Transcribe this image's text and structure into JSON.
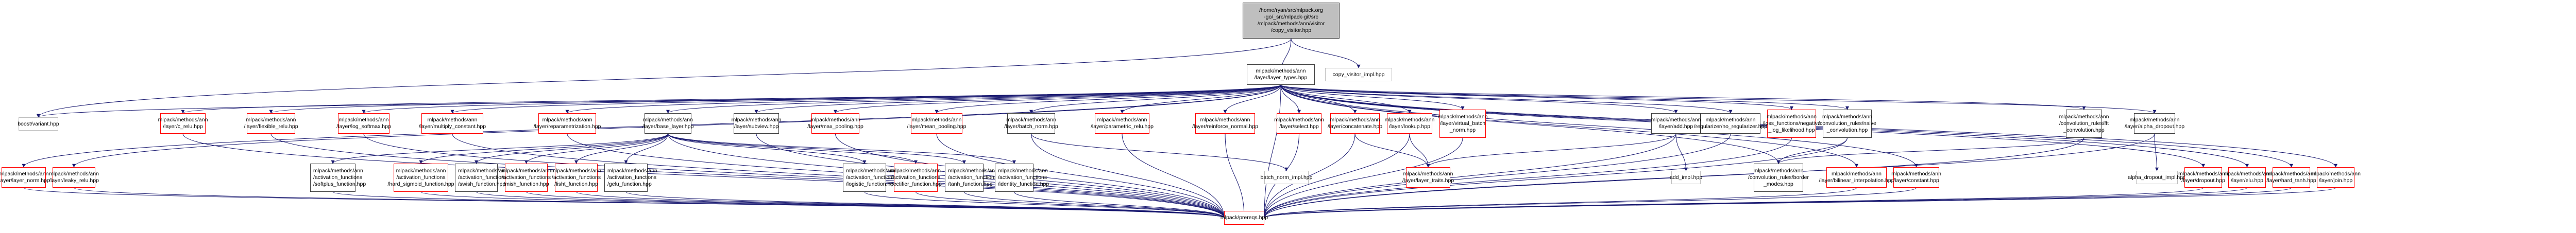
{
  "diagram": {
    "type": "include-dependency-graph",
    "colors": {
      "edge": "#191970",
      "documented_border": "#404040",
      "undocumented_border": "#ff0000",
      "external_border": "#bfbfbf",
      "root_fill": "#bfbfbf"
    },
    "nodes": [
      {
        "id": "root",
        "label": "/home/ryan/src/mlpack.org\n-go/_src/mlpack-git/src\n/mlpack/methods/ann/visitor\n/copy_visitor.hpp",
        "kind": "root"
      },
      {
        "id": "layer_types",
        "label": "mlpack/methods/ann\n/layer/layer_types.hpp",
        "kind": "black"
      },
      {
        "id": "copy_visitor_impl",
        "label": "copy_visitor_impl.hpp",
        "kind": "gray"
      },
      {
        "id": "boost_variant",
        "label": "boost/variant.hpp",
        "kind": "gray"
      },
      {
        "id": "c_relu",
        "label": "mlpack/methods/ann\n/layer/c_relu.hpp",
        "kind": "red"
      },
      {
        "id": "flexible_relu",
        "label": "mlpack/methods/ann\n/layer/flexible_relu.hpp",
        "kind": "red"
      },
      {
        "id": "log_softmax",
        "label": "mlpack/methods/ann\n/layer/log_softmax.hpp",
        "kind": "red"
      },
      {
        "id": "multiply_constant",
        "label": "mlpack/methods/ann\n/layer/multiply_constant.hpp",
        "kind": "red"
      },
      {
        "id": "reparametrization",
        "label": "mlpack/methods/ann\n/layer/reparametrization.hpp",
        "kind": "red"
      },
      {
        "id": "base_layer",
        "label": "mlpack/methods/ann\n/layer/base_layer.hpp",
        "kind": "black"
      },
      {
        "id": "subview",
        "label": "mlpack/methods/ann\n/layer/subview.hpp",
        "kind": "black"
      },
      {
        "id": "max_pooling",
        "label": "mlpack/methods/ann\n/layer/max_pooling.hpp",
        "kind": "red"
      },
      {
        "id": "mean_pooling",
        "label": "mlpack/methods/ann\n/layer/mean_pooling.hpp",
        "kind": "red"
      },
      {
        "id": "batch_norm",
        "label": "mlpack/methods/ann\n/layer/batch_norm.hpp",
        "kind": "black"
      },
      {
        "id": "parametric_relu",
        "label": "mlpack/methods/ann\n/layer/parametric_relu.hpp",
        "kind": "red"
      },
      {
        "id": "reinforce_normal",
        "label": "mlpack/methods/ann\n/layer/reinforce_normal.hpp",
        "kind": "red"
      },
      {
        "id": "select",
        "label": "mlpack/methods/ann\n/layer/select.hpp",
        "kind": "red"
      },
      {
        "id": "concatenate",
        "label": "mlpack/methods/ann\n/layer/concatenate.hpp",
        "kind": "red"
      },
      {
        "id": "lookup",
        "label": "mlpack/methods/ann\n/layer/lookup.hpp",
        "kind": "red"
      },
      {
        "id": "virtual_batch_norm",
        "label": "mlpack/methods/ann\n/layer/virtual_batch\n_norm.hpp",
        "kind": "red"
      },
      {
        "id": "add",
        "label": "mlpack/methods/ann\n/layer/add.hpp",
        "kind": "black"
      },
      {
        "id": "no_regularizer",
        "label": "mlpack/methods/ann\n/regularizer/no_regularizer.hpp",
        "kind": "black"
      },
      {
        "id": "negative_log_likelihood",
        "label": "mlpack/methods/ann\n/loss_functions/negative\n_log_likelihood.hpp",
        "kind": "red"
      },
      {
        "id": "naive_convolution",
        "label": "mlpack/methods/ann\n/convolution_rules/naive\n_convolution.hpp",
        "kind": "black"
      },
      {
        "id": "fft_convolution",
        "label": "mlpack/methods/ann\n/convolution_rules/fft\n_convolution.hpp",
        "kind": "black"
      },
      {
        "id": "alpha_dropout",
        "label": "mlpack/methods/ann\n/layer/alpha_dropout.hpp",
        "kind": "black"
      },
      {
        "id": "layer_norm",
        "label": "mlpack/methods/ann\n/layer/layer_norm.hpp",
        "kind": "red"
      },
      {
        "id": "leaky_relu",
        "label": "mlpack/methods/ann\n/layer/leaky_relu.hpp",
        "kind": "red"
      },
      {
        "id": "softplus_function",
        "label": "mlpack/methods/ann\n/activation_functions\n/softplus_function.hpp",
        "kind": "black"
      },
      {
        "id": "hard_sigmoid_function",
        "label": "mlpack/methods/ann\n/activation_functions\n/hard_sigmoid_function.hpp",
        "kind": "red"
      },
      {
        "id": "swish_function",
        "label": "mlpack/methods/ann\n/activation_functions\n/swish_function.hpp",
        "kind": "black"
      },
      {
        "id": "mish_function",
        "label": "mlpack/methods/ann\n/activation_functions\n/mish_function.hpp",
        "kind": "red"
      },
      {
        "id": "lisht_function",
        "label": "mlpack/methods/ann\n/activation_functions\n/lisht_function.hpp",
        "kind": "red"
      },
      {
        "id": "gelu_function",
        "label": "mlpack/methods/ann\n/activation_functions\n/gelu_function.hpp",
        "kind": "black"
      },
      {
        "id": "logistic_function",
        "label": "mlpack/methods/ann\n/activation_functions\n/logistic_function.hpp",
        "kind": "black"
      },
      {
        "id": "rectifier_function",
        "label": "mlpack/methods/ann\n/activation_functions\n/rectifier_function.hpp",
        "kind": "red"
      },
      {
        "id": "tanh_function",
        "label": "mlpack/methods/ann\n/activation_functions\n/tanh_function.hpp",
        "kind": "black"
      },
      {
        "id": "identity_function",
        "label": "mlpack/methods/ann\n/activation_functions\n/identity_function.hpp",
        "kind": "black"
      },
      {
        "id": "batch_norm_impl",
        "label": "batch_norm_impl.hpp",
        "kind": "gray"
      },
      {
        "id": "layer_traits",
        "label": "mlpack/methods/ann\n/layer/layer_traits.hpp",
        "kind": "red"
      },
      {
        "id": "add_impl",
        "label": "add_impl.hpp",
        "kind": "gray"
      },
      {
        "id": "border_modes",
        "label": "mlpack/methods/ann\n/convolution_rules/border\n_modes.hpp",
        "kind": "black"
      },
      {
        "id": "bilinear_interpolation",
        "label": "mlpack/methods/ann\n/layer/bilinear_interpolation.hpp",
        "kind": "red"
      },
      {
        "id": "constant",
        "label": "mlpack/methods/ann\n/layer/constant.hpp",
        "kind": "red"
      },
      {
        "id": "alpha_dropout_impl",
        "label": "alpha_dropout_impl.hpp",
        "kind": "gray"
      },
      {
        "id": "dropout",
        "label": "mlpack/methods/ann\n/layer/dropout.hpp",
        "kind": "red"
      },
      {
        "id": "elu",
        "label": "mlpack/methods/ann\n/layer/elu.hpp",
        "kind": "red"
      },
      {
        "id": "hard_tanh",
        "label": "mlpack/methods/ann\n/layer/hard_tanh.hpp",
        "kind": "red"
      },
      {
        "id": "join",
        "label": "mlpack/methods/ann\n/layer/join.hpp",
        "kind": "red"
      },
      {
        "id": "prereqs",
        "label": "mlpack/prereqs.hpp",
        "kind": "red"
      }
    ],
    "edges": [
      [
        "root",
        "layer_types"
      ],
      [
        "root",
        "copy_visitor_impl"
      ],
      [
        "root",
        "boost_variant"
      ],
      [
        "layer_types",
        "boost_variant"
      ],
      [
        "layer_types",
        "c_relu"
      ],
      [
        "layer_types",
        "flexible_relu"
      ],
      [
        "layer_types",
        "log_softmax"
      ],
      [
        "layer_types",
        "multiply_constant"
      ],
      [
        "layer_types",
        "reparametrization"
      ],
      [
        "layer_types",
        "base_layer"
      ],
      [
        "layer_types",
        "subview"
      ],
      [
        "layer_types",
        "max_pooling"
      ],
      [
        "layer_types",
        "mean_pooling"
      ],
      [
        "layer_types",
        "batch_norm"
      ],
      [
        "layer_types",
        "parametric_relu"
      ],
      [
        "layer_types",
        "reinforce_normal"
      ],
      [
        "layer_types",
        "select"
      ],
      [
        "layer_types",
        "concatenate"
      ],
      [
        "layer_types",
        "lookup"
      ],
      [
        "layer_types",
        "virtual_batch_norm"
      ],
      [
        "layer_types",
        "add"
      ],
      [
        "layer_types",
        "no_regularizer"
      ],
      [
        "layer_types",
        "negative_log_likelihood"
      ],
      [
        "layer_types",
        "naive_convolution"
      ],
      [
        "layer_types",
        "fft_convolution"
      ],
      [
        "layer_types",
        "alpha_dropout"
      ],
      [
        "layer_types",
        "layer_norm"
      ],
      [
        "layer_types",
        "leaky_relu"
      ],
      [
        "layer_types",
        "dropout"
      ],
      [
        "layer_types",
        "elu"
      ],
      [
        "layer_types",
        "hard_tanh"
      ],
      [
        "layer_types",
        "join"
      ],
      [
        "layer_types",
        "constant"
      ],
      [
        "layer_types",
        "bilinear_interpolation"
      ],
      [
        "layer_types",
        "border_modes"
      ],
      [
        "layer_types",
        "prereqs"
      ],
      [
        "base_layer",
        "softplus_function"
      ],
      [
        "base_layer",
        "hard_sigmoid_function"
      ],
      [
        "base_layer",
        "swish_function"
      ],
      [
        "base_layer",
        "mish_function"
      ],
      [
        "base_layer",
        "lisht_function"
      ],
      [
        "base_layer",
        "gelu_function"
      ],
      [
        "base_layer",
        "logistic_function"
      ],
      [
        "base_layer",
        "rectifier_function"
      ],
      [
        "base_layer",
        "tanh_function"
      ],
      [
        "base_layer",
        "identity_function"
      ],
      [
        "base_layer",
        "prereqs"
      ],
      [
        "batch_norm",
        "batch_norm_impl"
      ],
      [
        "batch_norm",
        "prereqs"
      ],
      [
        "concatenate",
        "layer_traits"
      ],
      [
        "lookup",
        "layer_traits"
      ],
      [
        "add",
        "layer_traits"
      ],
      [
        "add",
        "add_impl"
      ],
      [
        "add",
        "prereqs"
      ],
      [
        "virtual_batch_norm",
        "prereqs"
      ],
      [
        "naive_convolution",
        "border_modes"
      ],
      [
        "fft_convolution",
        "border_modes"
      ],
      [
        "alpha_dropout",
        "alpha_dropout_impl"
      ],
      [
        "alpha_dropout",
        "prereqs"
      ],
      [
        "c_relu",
        "prereqs"
      ],
      [
        "flexible_relu",
        "prereqs"
      ],
      [
        "log_softmax",
        "prereqs"
      ],
      [
        "multiply_constant",
        "prereqs"
      ],
      [
        "reparametrization",
        "prereqs"
      ],
      [
        "subview",
        "prereqs"
      ],
      [
        "max_pooling",
        "prereqs"
      ],
      [
        "mean_pooling",
        "prereqs"
      ],
      [
        "parametric_relu",
        "prereqs"
      ],
      [
        "reinforce_normal",
        "prereqs"
      ],
      [
        "select",
        "prereqs"
      ],
      [
        "concatenate",
        "prereqs"
      ],
      [
        "lookup",
        "prereqs"
      ],
      [
        "no_regularizer",
        "prereqs"
      ],
      [
        "negative_log_likelihood",
        "prereqs"
      ],
      [
        "naive_convolution",
        "prereqs"
      ],
      [
        "fft_convolution",
        "prereqs"
      ],
      [
        "layer_norm",
        "prereqs"
      ],
      [
        "leaky_relu",
        "prereqs"
      ],
      [
        "softplus_function",
        "prereqs"
      ],
      [
        "hard_sigmoid_function",
        "prereqs"
      ],
      [
        "swish_function",
        "prereqs"
      ],
      [
        "mish_function",
        "prereqs"
      ],
      [
        "lisht_function",
        "prereqs"
      ],
      [
        "gelu_function",
        "prereqs"
      ],
      [
        "logistic_function",
        "prereqs"
      ],
      [
        "rectifier_function",
        "prereqs"
      ],
      [
        "tanh_function",
        "prereqs"
      ],
      [
        "identity_function",
        "prereqs"
      ],
      [
        "bilinear_interpolation",
        "prereqs"
      ],
      [
        "constant",
        "prereqs"
      ],
      [
        "dropout",
        "prereqs"
      ],
      [
        "elu",
        "prereqs"
      ],
      [
        "hard_tanh",
        "prereqs"
      ],
      [
        "join",
        "prereqs"
      ]
    ]
  }
}
